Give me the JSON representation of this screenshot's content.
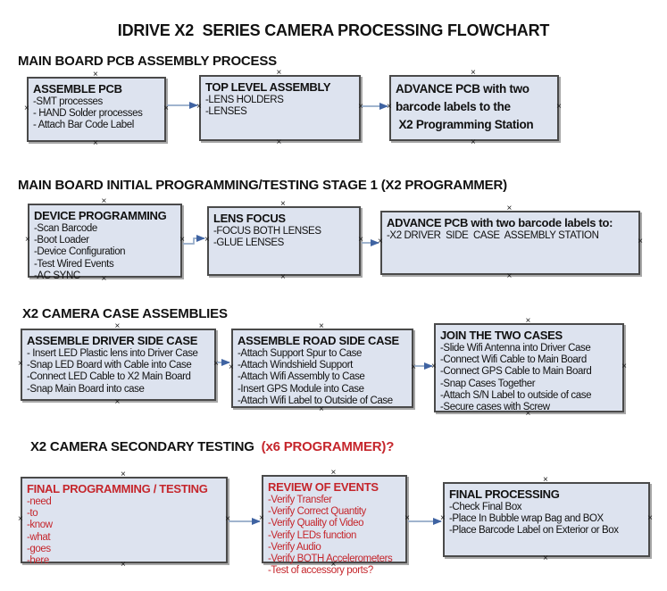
{
  "title": "IDRIVE X2  SERIES CAMERA PROCESSING FLOWCHART",
  "colors": {
    "box_fill": "#dde3ef",
    "box_border": "#4a4a4a",
    "red": "#c5262c",
    "arrow_line": "#93a9c7",
    "arrow_head": "#3f63a2",
    "text": "#111111"
  },
  "icons": {
    "anchor_handle": "×",
    "connector_arrow": "right-arrow"
  },
  "sections": [
    {
      "heading": "MAIN BOARD PCB ASSEMBLY PROCESS",
      "boxes": [
        {
          "title": "ASSEMBLE PCB",
          "items": [
            "-SMT processes",
            "- HAND Solder processes",
            "- Attach Bar Code Label"
          ]
        },
        {
          "title": "TOP LEVEL ASSEMBLY",
          "items": [
            "-LENS HOLDERS",
            "-LENSES"
          ]
        },
        {
          "title": "ADVANCE PCB with two\nbarcode labels to the\n X2 Programming Station",
          "items": []
        }
      ]
    },
    {
      "heading": "MAIN BOARD INITIAL PROGRAMMING/TESTING STAGE 1 (X2 PROGRAMMER)",
      "boxes": [
        {
          "title": "DEVICE PROGRAMMING",
          "items": [
            "-Scan Barcode",
            "-Boot Loader",
            "-Device Configuration",
            "-Test Wired Events",
            "-AC SYNC"
          ]
        },
        {
          "title": "LENS FOCUS",
          "items": [
            "-FOCUS BOTH LENSES",
            "-GLUE LENSES"
          ]
        },
        {
          "title": "ADVANCE PCB with two barcode labels to:",
          "items": [
            "-X2 DRIVER  SIDE  CASE  ASSEMBLY STATION"
          ]
        }
      ]
    },
    {
      "heading": "X2 CAMERA CASE ASSEMBLIES",
      "boxes": [
        {
          "title": "ASSEMBLE DRIVER SIDE CASE",
          "items": [
            "- Insert LED Plastic lens into Driver Case",
            "-Snap LED Board with Cable into Case",
            "-Connect LED Cable to X2 Main Board",
            "-Snap Main Board into case"
          ]
        },
        {
          "title": "ASSEMBLE ROAD SIDE CASE",
          "items": [
            "-Attach Support Spur to Case",
            "-Attach Windshield Support",
            "-Attach Wifi Assembly to Case",
            "-Insert GPS Module into Case",
            "-Attach Wifi Label to Outside of Case"
          ]
        },
        {
          "title": "JOIN THE TWO CASES",
          "items": [
            "-Slide Wifi Antenna into Driver Case",
            "-Connect Wifi Cable to Main Board",
            "-Connect GPS Cable to Main Board",
            "-Snap Cases Together",
            "-Attach S/N Label to outside of case",
            "-Secure cases with Screw"
          ]
        }
      ]
    },
    {
      "heading": "X2 CAMERA SECONDARY TESTING ",
      "heading_red": " (x6 PROGRAMMER)?",
      "boxes": [
        {
          "title": "FINAL PROGRAMMING / TESTING",
          "items": [
            "-need",
            "-to",
            "-know",
            "-what",
            "-goes",
            "-here"
          ]
        },
        {
          "title": "REVIEW OF EVENTS",
          "items": [
            "-Verify Transfer",
            "-Verify Correct Quantity",
            "-Verify Quality of Video",
            "-Verify LEDs function",
            "-Verify Audio",
            "-Verify BOTH Accelerometers",
            "-Test of accessory ports?"
          ]
        },
        {
          "title": "FINAL PROCESSING",
          "items": [
            "-Check Final Box",
            "-Place In Bubble wrap Bag and BOX",
            "-Place Barcode Label on Exterior or Box"
          ]
        }
      ]
    }
  ]
}
